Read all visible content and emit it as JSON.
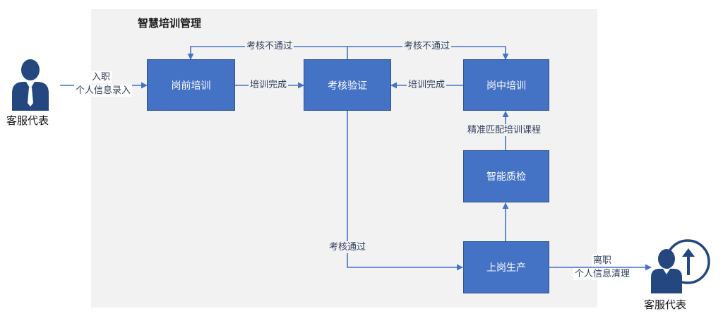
{
  "title": "智慧培训管理",
  "nodes": {
    "pre_training": "岗前培训",
    "assessment": "考核验证",
    "on_job_training": "岗中培训",
    "smart_qc": "智能质检",
    "production": "上岗生产"
  },
  "edges": {
    "onboard_line1": "入职",
    "onboard_line2": "个人信息录入",
    "pre_to_assess": "培训完成",
    "onjob_to_assess": "培训完成",
    "fail_left": "考核不通过",
    "fail_right": "考核不通过",
    "match_courses": "精准匹配培训课程",
    "pass": "考核通过",
    "leave_line1": "离职",
    "leave_line2": "个人信息清理"
  },
  "actors": {
    "left": "客服代表",
    "right": "客服代表"
  },
  "colors": {
    "node_fill": "#4472c4",
    "node_border": "#2f528f",
    "arrow": "#4472c4",
    "panel": "#f2f2f2",
    "person": "#24477f"
  },
  "icons": {
    "left_actor": "person-tie-icon",
    "right_actor": "person-upload-icon"
  }
}
